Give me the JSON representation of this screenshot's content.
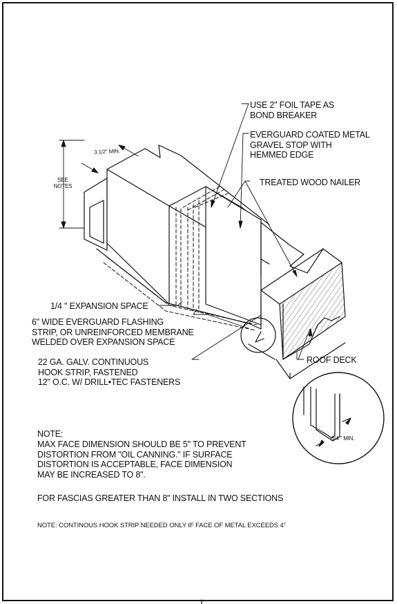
{
  "callouts": {
    "foil_tape": [
      "USE 2\" FOIL TAPE AS",
      "BOND BREAKER"
    ],
    "gravel_stop": [
      "EVERGUARD COATED METAL",
      "GRAVEL STOP WITH",
      "HEMMED EDGE"
    ],
    "wood_nailer": "TREATED WOOD NAILER",
    "min_dim": "3 1/2\" MIN.",
    "see_notes": [
      "SEE",
      "NOTES"
    ],
    "expansion_space": "1/4 \" EXPANSION SPACE",
    "flashing_strip": [
      "6\" WIDE EVERGUARD FLASHING",
      "STRIP, OR UNREINFORCED MEMBRANE",
      "WELDED OVER EXPANSION SPACE"
    ],
    "hook_strip": [
      "22 GA. GALV. CONTINUOUS",
      "HOOK STRIP, FASTENED",
      "12\" O.C. W/ DRILL•TEC FASTENERS"
    ],
    "roof_deck": "ROOF DECK",
    "detail_min": "3/4 \" MIN."
  },
  "notes": {
    "heading": "NOTE:",
    "lines": [
      "MAX FACE DIMENSION SHOULD BE 5\" TO PREVENT",
      "DISTORTION FROM \"OIL CANNING.\" IF SURFACE",
      "DISTORTION IS ACCEPTABLE, FACE DIMENSION",
      "MAY BE INCREASED TO 8\"."
    ],
    "two_sections": "FOR FASCIAS GREATER THAN 8\" INSTALL IN TWO SECTIONS",
    "hook_strip_note": "NOTE: CONTINOUS HOOK STRIP NEEDED ONLY IF FACE OF METAL EXCEEDS 4”"
  }
}
